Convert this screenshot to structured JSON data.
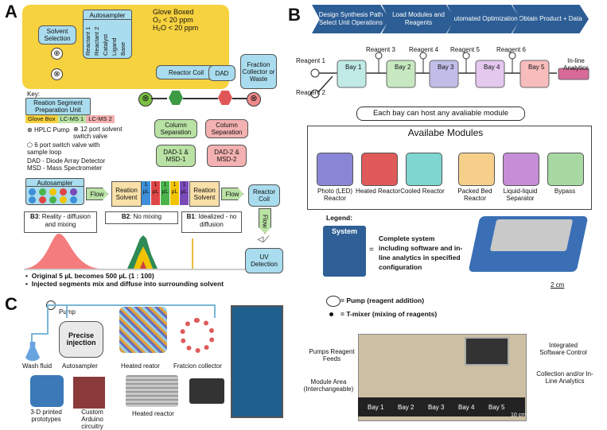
{
  "panels": {
    "a": "A",
    "b": "B",
    "c": "C"
  },
  "panel_a": {
    "glove_boxed": "Glove Boxed",
    "o2": "O₂ < 20 ppm",
    "h2o": "H₂O < 20 ppm",
    "solvent_selection": "Solvent Selection",
    "autosampler": "Autosampler",
    "vials": [
      "Reactant 1",
      "Reactant 2",
      "Catalyst",
      "Ligand",
      "Base"
    ],
    "reactor_coil": "Reactor Coil",
    "dad": "DAD",
    "fraction_collector": "Fraction Collector or Waste",
    "key_title": "Key:",
    "key_reaction_segment": "Reation Segment Preparation Unit",
    "key_glove_box": "Glove Box",
    "key_lcms1": "LC-MS 1",
    "key_lcms2": "LC-MS 2",
    "key_hplc": "HPLC Pump",
    "key_12port": "12 port solvent switch valve",
    "key_6port": "6 port switch valve with sample loop",
    "key_dad": "DAD - Diode Array Detector",
    "key_msd": "MSD - Mass Spectrometer",
    "column_sep_1": "Column Separation",
    "column_sep_2": "Column Separation",
    "dad_msd_1": "DAD-1 & MSD-1",
    "dad_msd_2": "DAD-2 & MSD-2",
    "autosampler2": "Autosampler",
    "flow1": "Flow",
    "flow2": "Flow",
    "flow3": "Flow",
    "reaction_solvent_1": "Reation Solvent",
    "reaction_solvent_2": "Reation Solvent",
    "segment_labels": [
      "1 µL",
      "1 µL",
      "1 µL",
      "1 µL",
      "1 µL"
    ],
    "reactor_coil2": "Reactor Coil",
    "b3": "B3",
    "b3_text": ": Reality - diffusion and mixing",
    "b2": "B2",
    "b2_text": ": No mixing",
    "b1": "B1",
    "b1_text": ": Idealized - no diffusion",
    "uv_detection": "UV Detection",
    "bullet1": "Original 5 µL becomes 500 µL (1 : 100)",
    "bullet2": "Injected segments mix and diffuse into surrounding solvent"
  },
  "panel_b": {
    "steps": [
      "Design Synthesis Path Select Unit Operations",
      "Load Modules and Reagents",
      "Automated Optimization",
      "Obtain Product + Data"
    ],
    "reagent1": "Reagent 1",
    "reagent2": "Reagent 2",
    "reagent3": "Reagent 3",
    "reagent4": "Reagent 4",
    "reagent5": "Reagent 5",
    "reagent6": "Reagent 6",
    "bays": [
      "Bay 1",
      "Bay 2",
      "Bay 3",
      "Bay 4",
      "Bay 5"
    ],
    "inline": "In-line Analytics",
    "each_bay": "Each bay can host any avaliable module",
    "available_modules": "Availabe Modules",
    "modules": [
      "Photo (LED) Reactor",
      "Heated Reactor",
      "Cooled Reactor",
      "Packed Bed Reactor",
      "Liquid-liquid Separator",
      "Bypass"
    ],
    "legend_title": "Legend:",
    "system_label": "System",
    "system_desc": "Complete system including software and in-line analytics in specified configuration",
    "pump_desc": "= Pump (reagent addition)",
    "tmixer_desc": "= T-mixer (mixing of reagents)",
    "scale": "2 cm"
  },
  "panel_c": {
    "pump": "Pump",
    "precise_injection": "Precise injection",
    "wash_fluid": "Wash fluid",
    "autosampler": "Autosampler",
    "heated_reactor": "Heated reator",
    "fraction_collector": "Fratcion collector",
    "printed": "3-D printed prototypes",
    "arduino": "Custom Arduino circuitry",
    "heated_reactor2": "Heated reactor",
    "pumps_feeds": "Pumps Reagent Feeds",
    "integrated": "Integrated Software Control",
    "module_area": "Module Area (Interchangeable)",
    "collection": "Collection and/or In-Line Analytics",
    "photo_bays": [
      "Bay 1",
      "Bay 2",
      "Bay 3",
      "Bay 4",
      "Bay 5"
    ],
    "scale": "10 cm"
  },
  "colors": {
    "navy": "#2c5d95",
    "blue": "#a9dcee",
    "green": "#b9e2a4",
    "pink": "#f4b1b1",
    "yellow": "#f7d23f"
  }
}
